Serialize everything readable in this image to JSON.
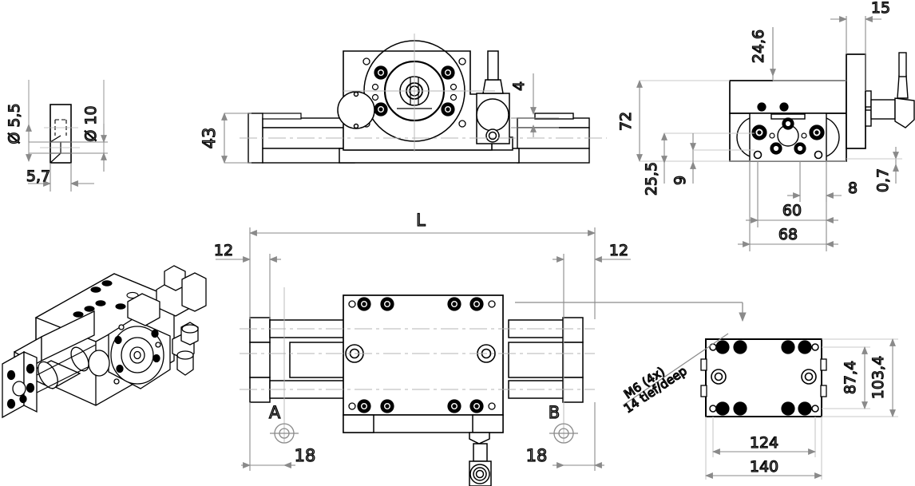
{
  "drawing": {
    "title": "Linear-rotary actuator assembly technical drawing",
    "line_color": "#000000",
    "dim_color": "#8a8a8a",
    "thin_color": "#b4b4b4",
    "background": "#ffffff"
  },
  "views": {
    "detail_left": {
      "name": "counterbore-detail",
      "dims": [
        {
          "id": "dia55",
          "label": "Ø 5,5",
          "orientation": "vertical"
        },
        {
          "id": "dia10",
          "label": "Ø 10",
          "orientation": "vertical"
        },
        {
          "id": "w57",
          "label": "5,7",
          "orientation": "horizontal"
        }
      ]
    },
    "front": {
      "name": "front-elevation",
      "dims": [
        {
          "id": "h43",
          "label": "43",
          "orientation": "vertical"
        },
        {
          "id": "d4",
          "label": "4",
          "orientation": "vertical"
        }
      ]
    },
    "side": {
      "name": "side-elevation",
      "dims": [
        {
          "id": "d246",
          "label": "24,6",
          "orientation": "vertical"
        },
        {
          "id": "d15",
          "label": "15",
          "orientation": "horizontal"
        },
        {
          "id": "d72",
          "label": "72",
          "orientation": "vertical"
        },
        {
          "id": "d255",
          "label": "25,5",
          "orientation": "vertical"
        },
        {
          "id": "d9",
          "label": "9",
          "orientation": "vertical"
        },
        {
          "id": "d07",
          "label": "0,7",
          "orientation": "vertical"
        },
        {
          "id": "d8",
          "label": "8",
          "orientation": "horizontal"
        },
        {
          "id": "d60",
          "label": "60",
          "orientation": "horizontal"
        },
        {
          "id": "d68",
          "label": "68",
          "orientation": "horizontal"
        }
      ]
    },
    "plan": {
      "name": "plan-view",
      "dims": [
        {
          "id": "L",
          "label": "L",
          "orientation": "horizontal"
        },
        {
          "id": "d12L",
          "label": "12",
          "orientation": "horizontal"
        },
        {
          "id": "d12R",
          "label": "12",
          "orientation": "horizontal"
        },
        {
          "id": "d18L",
          "label": "18",
          "orientation": "horizontal"
        },
        {
          "id": "d18R",
          "label": "18",
          "orientation": "horizontal"
        }
      ],
      "datums": [
        {
          "id": "A",
          "label": "A"
        },
        {
          "id": "B",
          "label": "B"
        }
      ]
    },
    "end_plate": {
      "name": "end-plate-view",
      "dims": [
        {
          "id": "d874",
          "label": "87,4",
          "orientation": "vertical"
        },
        {
          "id": "d1034",
          "label": "103,4",
          "orientation": "vertical"
        },
        {
          "id": "d124",
          "label": "124",
          "orientation": "horizontal"
        },
        {
          "id": "d140",
          "label": "140",
          "orientation": "horizontal"
        }
      ],
      "callout": {
        "line1": "M6 (4x)",
        "line2": "14 tief/deep"
      }
    },
    "isometric": {
      "name": "isometric-view"
    }
  }
}
